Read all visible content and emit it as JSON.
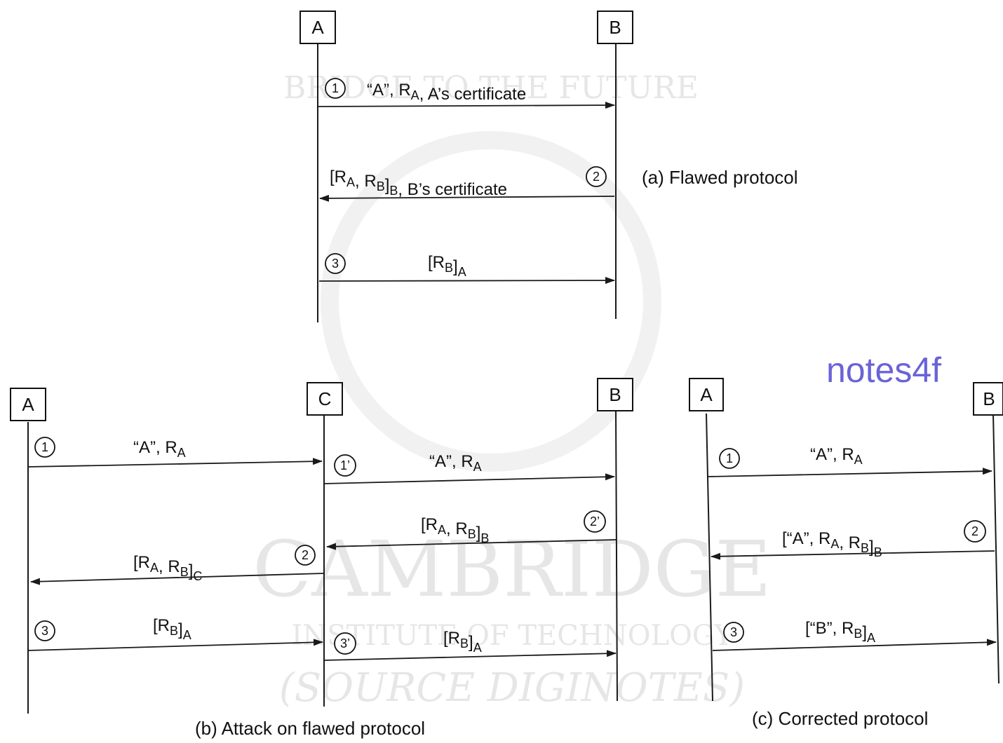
{
  "watermark": {
    "arc_text": "BRIDGE TO THE FUTURE",
    "name": "CAMBRIDGE",
    "sub": "INSTITUTE OF TECHNOLOGY",
    "source": "(SOURCE DIGINOTES)"
  },
  "brand_text": "notes4f",
  "panel_a": {
    "caption": "(a) Flawed protocol",
    "entity_a": "A",
    "entity_b": "B",
    "msg1": {
      "step": "1",
      "text": "“A”, R_A, A’s certificate"
    },
    "msg2": {
      "step": "2",
      "text": "[R_A, R_B]_B, B’s certificate"
    },
    "msg3": {
      "step": "3",
      "text": "[R_B]_A"
    }
  },
  "panel_b": {
    "caption": "(b) Attack on flawed protocol",
    "entity_a": "A",
    "entity_c": "C",
    "entity_b": "B",
    "msg1": {
      "step": "1",
      "text": "“A”, R_A"
    },
    "msg1p": {
      "step": "1’",
      "text": "“A”, R_A"
    },
    "msg2p": {
      "step": "2’",
      "text": "[R_A, R_B]_B"
    },
    "msg2": {
      "step": "2",
      "text": "[R_A, R_B]_C"
    },
    "msg3": {
      "step": "3",
      "text": "[R_B]_A"
    },
    "msg3p": {
      "step": "3’",
      "text": "[R_B]_A"
    }
  },
  "panel_c": {
    "caption": "(c) Corrected protocol",
    "entity_a": "A",
    "entity_b": "B",
    "msg1": {
      "step": "1",
      "text": "“A”, R_A"
    },
    "msg2": {
      "step": "2",
      "text": "[“A”, R_A, R_B]_B"
    },
    "msg3": {
      "step": "3",
      "text": "[“B”, R_B]_A"
    }
  }
}
